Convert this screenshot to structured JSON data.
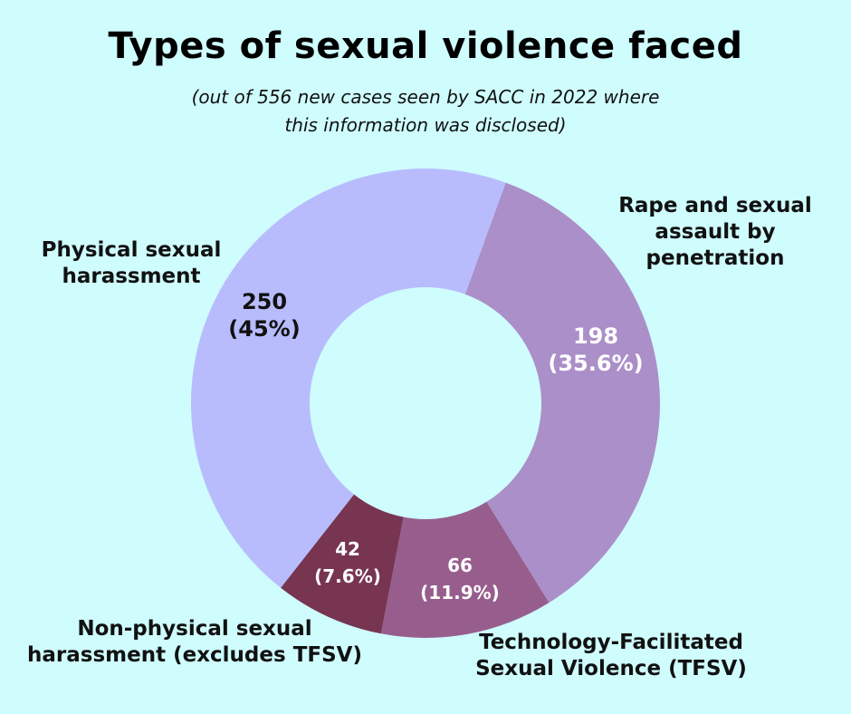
{
  "title": "Types of sexual violence faced",
  "subtitle": "(out of 556 new cases seen by SACC in 2022 where this information was disclosed)",
  "colors": {
    "background": "#cffcfd",
    "physical": "#b8bcfd",
    "rape": "#ab8fc8",
    "tfsv": "#975e8d",
    "nonphysical": "#773552"
  },
  "chart_data": {
    "type": "pie",
    "donut": true,
    "total": 556,
    "slices": [
      {
        "name": "Physical sexual harassment",
        "value": 250,
        "percent": "45%",
        "value_label": "250",
        "percent_label": "(45%)",
        "color": "#b8bcfd"
      },
      {
        "name": "Rape and sexual assault by penetration",
        "value": 198,
        "percent": "35.6%",
        "value_label": "198",
        "percent_label": "(35.6%)",
        "color": "#ab8fc8"
      },
      {
        "name": "Technology-Facilitated Sexual Violence (TFSV)",
        "value": 66,
        "percent": "11.9%",
        "value_label": "66",
        "percent_label": "(11.9%)",
        "color": "#975e8d"
      },
      {
        "name": "Non-physical sexual harassment (excludes TFSV)",
        "value": 42,
        "percent": "7.6%",
        "value_label": "42",
        "percent_label": "(7.6%)",
        "color": "#773552"
      }
    ],
    "labels": {
      "physical": [
        "Physical sexual",
        "harassment"
      ],
      "rape": [
        "Rape and sexual",
        "assault by",
        "penetration"
      ],
      "tfsv": [
        "Technology-Facilitated",
        "Sexual Violence (TFSV)"
      ],
      "nonphysical": [
        "Non-physical sexual",
        "harassment (excludes TFSV)"
      ]
    }
  }
}
